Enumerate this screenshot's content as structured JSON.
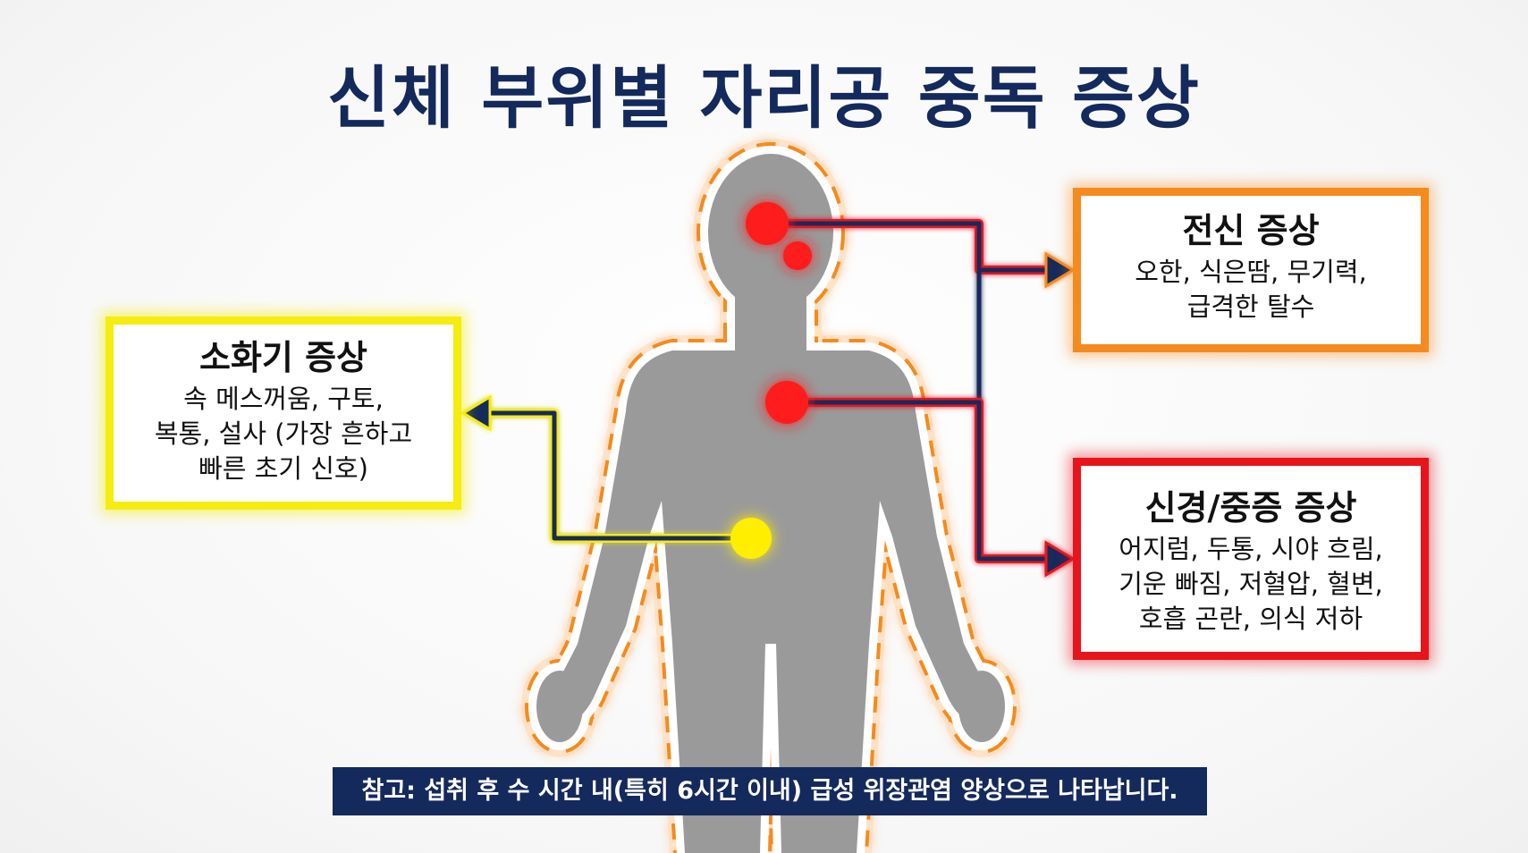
{
  "title": "신체 부위별 자리공 중독 증상",
  "boxes": {
    "digestive": {
      "title": "소화기 증상",
      "lines": [
        "속 메스꺼움, 구토,",
        "복통, 설사 (가장 흔하고",
        "빠른 초기 신호)"
      ],
      "color": "#f5ec10"
    },
    "systemic": {
      "title": "전신 증상",
      "lines": [
        "오한, 식은땀, 무기력,",
        "급격한 탈수"
      ],
      "color": "#f58a1f"
    },
    "neuro": {
      "title": "신경/중증 증상",
      "lines": [
        "어지럼, 두통, 시야 흐림,",
        "기운 빠짐, 저혈압, 혈변,",
        "호흡 곤란, 의식 저하"
      ],
      "color": "#e8141c"
    }
  },
  "note": "참고: 섭취 후 수 시간 내(특히 6시간 이내) 급성 위장관염 양상으로 나타납니다.",
  "colors": {
    "title": "#14295c",
    "body_silhouette": "#9a9a9a",
    "body_outline": "#f58a1f",
    "connector_dark": "#14295c",
    "hotspot_red": "#ff1a1a",
    "hotspot_yellow": "#ffee00"
  }
}
